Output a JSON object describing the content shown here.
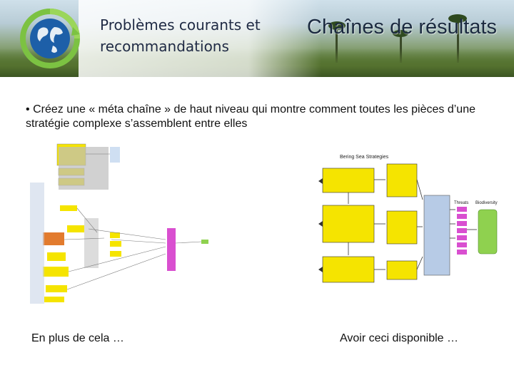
{
  "header": {
    "title_left": "Problèmes courants et recommandations",
    "title_right": "Chaînes de résultats"
  },
  "bullet": {
    "marker": "•",
    "text": "Créez une « méta chaîne » de haut niveau qui montre comment toutes les pièces d’une stratégie complexe s’assemblent entre elles"
  },
  "captions": {
    "left": "En plus de cela …",
    "right": "Avoir ceci disponible …"
  },
  "diagram_right": {
    "title": "Bering Sea Strategies",
    "threats_label": "Threats",
    "biodiversity_label": "Biodiversity"
  },
  "colors": {
    "yellow_box": "#f5e400",
    "blue_box": "#b7cbe6",
    "pink_box": "#d94fd0",
    "green_box": "#8fd14f"
  },
  "icons": [
    "globe-logo-icon"
  ]
}
